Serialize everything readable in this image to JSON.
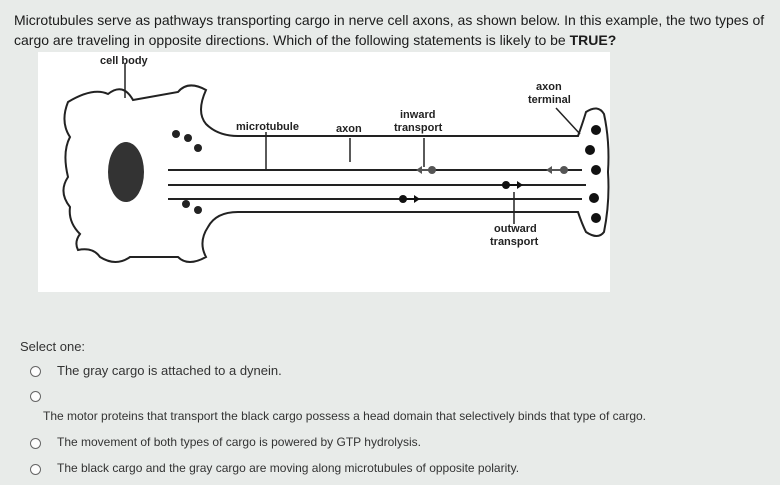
{
  "question": {
    "text_part1": "Microtubules serve as pathways transporting cargo in nerve cell axons, as shown below. In this example, the two types of cargo are traveling in opposite directions. Which of the following statements is likely to be ",
    "text_bold": "TRUE?"
  },
  "figure": {
    "labels": {
      "cell_body": "cell body",
      "axon_terminal_1": "axon",
      "axon_terminal_2": "terminal",
      "inward_1": "inward",
      "inward_2": "transport",
      "microtubule": "microtubule",
      "axon": "axon",
      "outward_1": "outward",
      "outward_2": "transport"
    },
    "colors": {
      "black_cargo": "#111111",
      "gray_cargo": "#555555"
    }
  },
  "answers": {
    "prompt": "Select one:",
    "options": [
      "The gray cargo is attached to a dynein.",
      "The motor proteins that transport the black cargo possess a head domain that selectively binds that type of cargo.",
      "The movement of both types of cargo is powered by GTP hydrolysis.",
      "The black cargo and the gray cargo are moving along microtubules of opposite polarity."
    ]
  }
}
